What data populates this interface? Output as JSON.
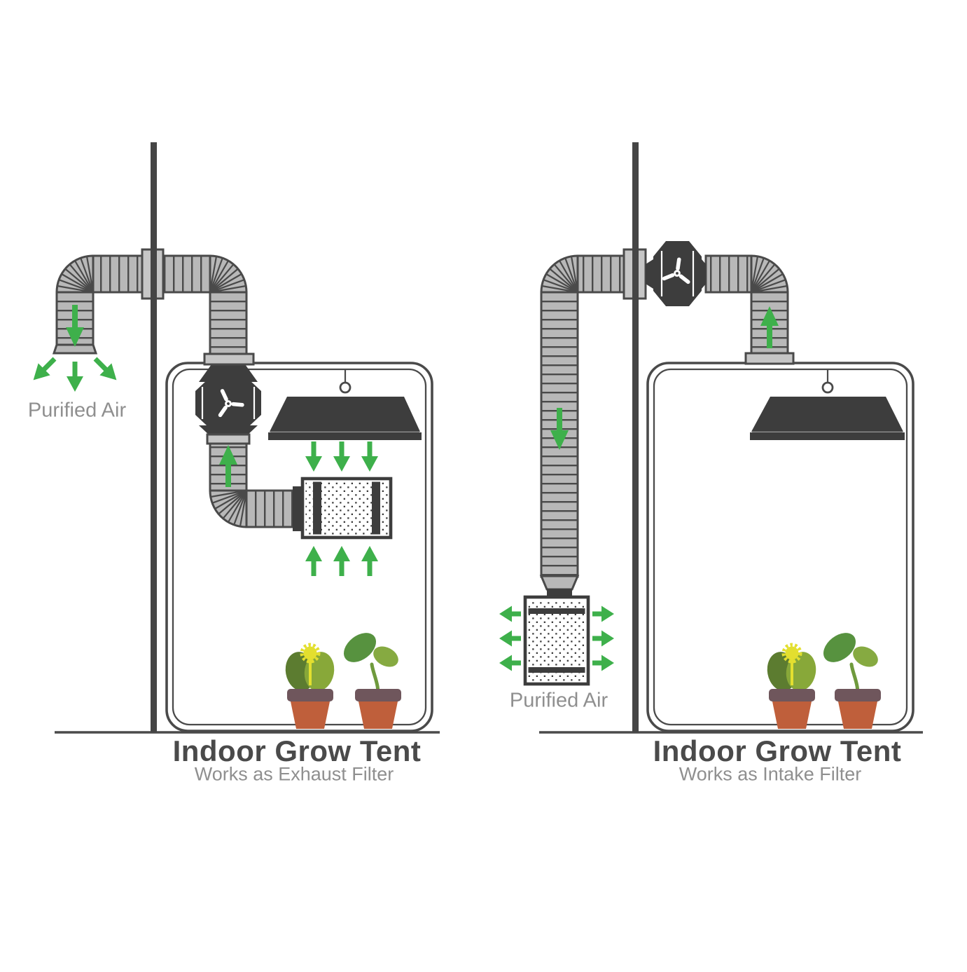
{
  "colors": {
    "green": "#3eb04b",
    "duct": "#b8b8b8",
    "flange": "#c6c6c6",
    "dark": "#3d3d3d",
    "stroke": "#4a4a4a",
    "pole": "#454545",
    "pot": "#bf5f3b",
    "pot_rim": "#6f565c",
    "leaf_dark": "#5c7c30",
    "leaf_light": "#88a839",
    "leaf_mid": "#57923f",
    "leaf_pale": "#86aa41",
    "stem": "#6f9a3d",
    "flower": "#e3df2f",
    "title_text": "#4a4a4a",
    "muted_text": "#8f8f8f"
  },
  "icons": {
    "fan": "fan-propeller-icon",
    "airflow": "airflow-arrow-icon"
  },
  "left_diagram": {
    "purified_air_label": "Purified Air",
    "title": "Indoor Grow Tent",
    "subtitle": "Works as Exhaust Filter"
  },
  "right_diagram": {
    "purified_air_label": "Purified Air",
    "title": "Indoor Grow Tent",
    "subtitle": "Works as Intake Filter"
  }
}
